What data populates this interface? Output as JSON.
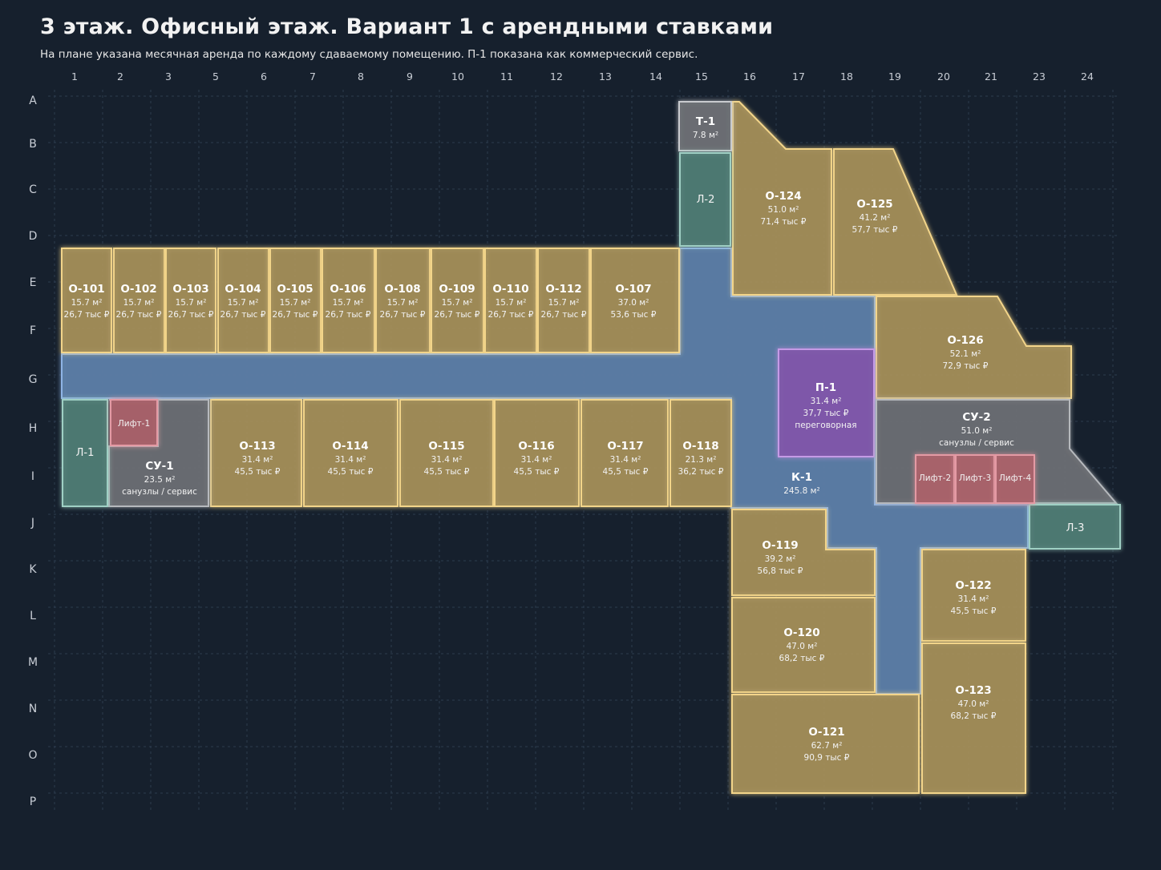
{
  "title": "3 этаж. Офисный этаж. Вариант 1 с арендными ставками",
  "subtitle": "На плане указана месячная аренда по каждому сдаваемому помещению. П-1 показана как коммерческий сервис.",
  "grid": {
    "columns": [
      "1",
      "2",
      "3",
      "5",
      "6",
      "7",
      "8",
      "9",
      "10",
      "11",
      "12",
      "13",
      "14",
      "15",
      "16",
      "17",
      "18",
      "19",
      "20",
      "21",
      "23",
      "24"
    ],
    "rows": [
      "A",
      "B",
      "C",
      "D",
      "E",
      "F",
      "G",
      "H",
      "I",
      "J",
      "K",
      "L",
      "M",
      "N",
      "O",
      "P"
    ]
  },
  "colors": {
    "background": "#16202d",
    "office": "#a8925a",
    "corridor": "#5b7ea6",
    "service": "#6b6e73",
    "elevator": "#a8616a",
    "stair": "#4f7c74",
    "meeting": "#7e58a8",
    "tech": "#6b6e73"
  },
  "rooms": [
    {
      "id": "О-101",
      "type": "office",
      "area": "15.7 м²",
      "rent": "26,7 тыс ₽"
    },
    {
      "id": "О-102",
      "type": "office",
      "area": "15.7 м²",
      "rent": "26,7 тыс ₽"
    },
    {
      "id": "О-103",
      "type": "office",
      "area": "15.7 м²",
      "rent": "26,7 тыс ₽"
    },
    {
      "id": "О-104",
      "type": "office",
      "area": "15.7 м²",
      "rent": "26,7 тыс ₽"
    },
    {
      "id": "О-105",
      "type": "office",
      "area": "15.7 м²",
      "rent": "26,7 тыс ₽"
    },
    {
      "id": "О-106",
      "type": "office",
      "area": "15.7 м²",
      "rent": "26,7 тыс ₽"
    },
    {
      "id": "О-108",
      "type": "office",
      "area": "15.7 м²",
      "rent": "26,7 тыс ₽"
    },
    {
      "id": "О-109",
      "type": "office",
      "area": "15.7 м²",
      "rent": "26,7 тыс ₽"
    },
    {
      "id": "О-110",
      "type": "office",
      "area": "15.7 м²",
      "rent": "26,7 тыс ₽"
    },
    {
      "id": "О-112",
      "type": "office",
      "area": "15.7 м²",
      "rent": "26,7 тыс ₽"
    },
    {
      "id": "О-107",
      "type": "office",
      "area": "37.0 м²",
      "rent": "53,6 тыс ₽"
    },
    {
      "id": "О-113",
      "type": "office",
      "area": "31.4 м²",
      "rent": "45,5 тыс ₽"
    },
    {
      "id": "О-114",
      "type": "office",
      "area": "31.4 м²",
      "rent": "45,5 тыс ₽"
    },
    {
      "id": "О-115",
      "type": "office",
      "area": "31.4 м²",
      "rent": "45,5 тыс ₽"
    },
    {
      "id": "О-116",
      "type": "office",
      "area": "31.4 м²",
      "rent": "45,5 тыс ₽"
    },
    {
      "id": "О-117",
      "type": "office",
      "area": "31.4 м²",
      "rent": "45,5 тыс ₽"
    },
    {
      "id": "О-118",
      "type": "office",
      "area": "21.3 м²",
      "rent": "36,2 тыс ₽"
    },
    {
      "id": "О-119",
      "type": "office",
      "area": "39.2 м²",
      "rent": "56,8 тыс ₽"
    },
    {
      "id": "О-120",
      "type": "office",
      "area": "47.0 м²",
      "rent": "68,2 тыс ₽"
    },
    {
      "id": "О-121",
      "type": "office",
      "area": "62.7 м²",
      "rent": "90,9 тыс ₽"
    },
    {
      "id": "О-122",
      "type": "office",
      "area": "31.4 м²",
      "rent": "45,5 тыс ₽"
    },
    {
      "id": "О-123",
      "type": "office",
      "area": "47.0 м²",
      "rent": "68,2 тыс ₽"
    },
    {
      "id": "О-124",
      "type": "office",
      "area": "51.0 м²",
      "rent": "71,4 тыс ₽"
    },
    {
      "id": "О-125",
      "type": "office",
      "area": "41.2 м²",
      "rent": "57,7 тыс ₽"
    },
    {
      "id": "О-126",
      "type": "office",
      "area": "52.1 м²",
      "rent": "72,9 тыс ₽"
    },
    {
      "id": "П-1",
      "type": "meeting",
      "area": "31.4 м²",
      "rent": "37,7 тыс ₽",
      "note": "переговорная"
    },
    {
      "id": "К-1",
      "type": "corridor",
      "area": "245.8 м²"
    },
    {
      "id": "СУ-1",
      "type": "service",
      "area": "23.5 м²",
      "note": "санузлы / сервис"
    },
    {
      "id": "СУ-2",
      "type": "service",
      "area": "51.0 м²",
      "note": "санузлы / сервис"
    },
    {
      "id": "Т-1",
      "type": "tech",
      "area": "7.8 м²"
    },
    {
      "id": "Л-1",
      "type": "stair"
    },
    {
      "id": "Л-2",
      "type": "stair"
    },
    {
      "id": "Л-3",
      "type": "stair"
    },
    {
      "id": "Лифт-1",
      "type": "elevator"
    },
    {
      "id": "Лифт-2",
      "type": "elevator"
    },
    {
      "id": "Лифт-3",
      "type": "elevator"
    },
    {
      "id": "Лифт-4",
      "type": "elevator"
    }
  ]
}
